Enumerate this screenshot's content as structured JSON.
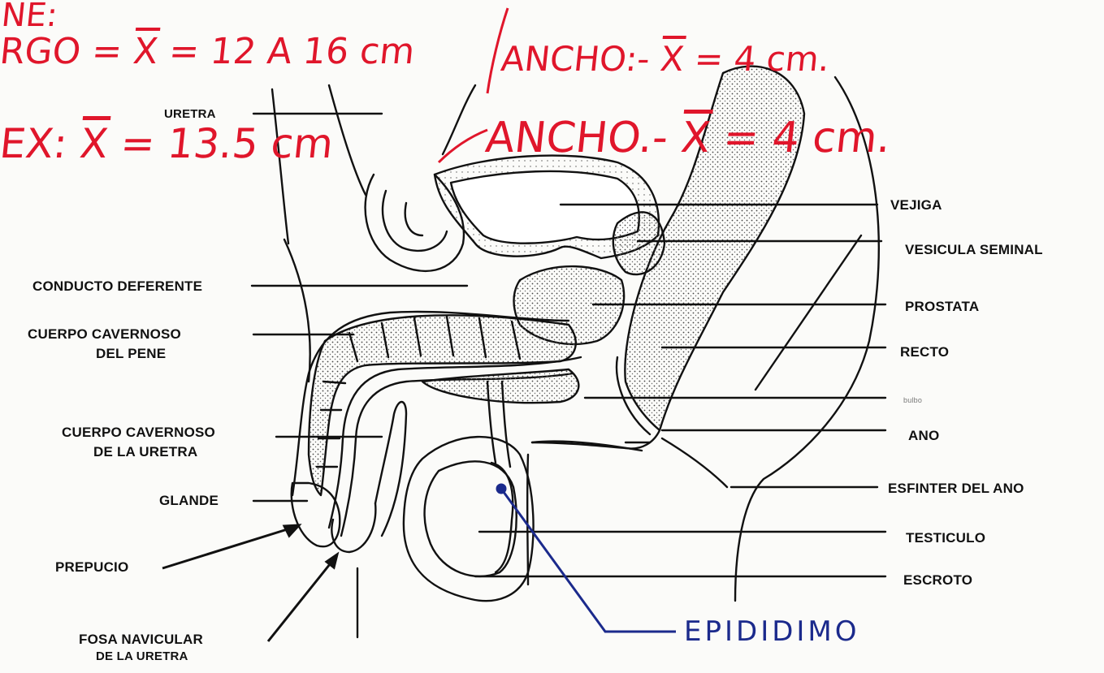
{
  "handwritten": {
    "line1": "NE:",
    "line2_a": "RGO = ",
    "line2_x": "X",
    "line2_b": " = 12 A 16 cm",
    "line2_c": "ANCHO:- ",
    "line2_x2": "X",
    "line2_d": " = 4 cm.",
    "line3_a": "EX: ",
    "line3_x": "X",
    "line3_b": " = 13.5 cm",
    "line3_c": "ANCHO.- ",
    "line3_x2": "X",
    "line3_d": " = 4 cm.",
    "epididimo": "EPIDIDIMO"
  },
  "labels_left": {
    "uretra": "URETRA",
    "conducto": "CONDUCTO DEFERENTE",
    "cuerpo_cav_pene_1": "CUERPO CAVERNOSO",
    "cuerpo_cav_pene_2": "DEL PENE",
    "cuerpo_cav_uretra_1": "CUERPO CAVERNOSO",
    "cuerpo_cav_uretra_2": "DE LA URETRA",
    "glande": "GLANDE",
    "prepucio": "PREPUCIO",
    "fosa_1": "FOSA NAVICULAR",
    "fosa_2": "DE LA URETRA"
  },
  "labels_right": {
    "vejiga": "VEJIGA",
    "vesicula": "VESICULA SEMINAL",
    "prostata": "PROSTATA",
    "recto": "RECTO",
    "bulbo": "bulbo",
    "ano": "ANO",
    "esfinter": "ESFINTER DEL ANO",
    "testiculo": "TESTICULO",
    "escroto": "ESCROTO"
  },
  "colors": {
    "handwriting": "#e0162b",
    "blue_ink": "#1b2a8c",
    "ink": "#111111",
    "paper": "#fbfbf9"
  }
}
